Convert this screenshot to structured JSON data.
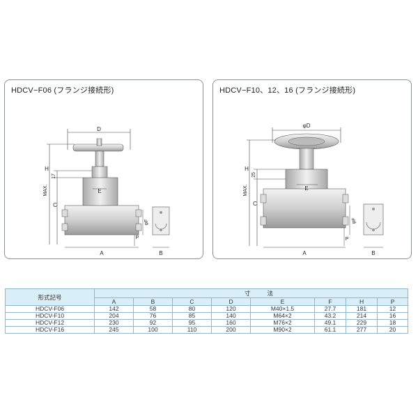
{
  "left_panel": {
    "title": "HDCV−F06 (フランジ接続形)",
    "labels": {
      "D": "D",
      "H": "H",
      "MAX": "MAX.",
      "h17": "17",
      "C": "C",
      "E": "E",
      "F": "φF",
      "P": "P",
      "A": "A",
      "B": "B"
    }
  },
  "right_panel": {
    "title": "HDCV−F10、12、16 (フランジ接続形)",
    "labels": {
      "D": "φD",
      "H": "H",
      "MAX": "MAX.",
      "h25": "25",
      "C": "C",
      "E": "E",
      "F": "φF",
      "P": "P",
      "A": "A",
      "B": "B"
    }
  },
  "table": {
    "model_header": "形式記号",
    "group_header_1": "寸",
    "group_header_2": "法",
    "columns": [
      "A",
      "B",
      "C",
      "D",
      "E",
      "F",
      "H",
      "P"
    ],
    "rows": [
      {
        "model": "HDCV-F06",
        "values": [
          "142",
          "58",
          "80",
          "120",
          "M40×1.5",
          "27.7",
          "181",
          "12"
        ]
      },
      {
        "model": "HDCV-F10",
        "values": [
          "204",
          "76",
          "85",
          "140",
          "M64×2",
          "43.2",
          "214",
          "16"
        ]
      },
      {
        "model": "HDCV-F12",
        "values": [
          "230",
          "92",
          "95",
          "160",
          "M76×2",
          "49.1",
          "229",
          "18"
        ]
      },
      {
        "model": "HDCV-F16",
        "values": [
          "245",
          "100",
          "110",
          "200",
          "M90×2",
          "61.1",
          "277",
          "20"
        ]
      }
    ]
  }
}
